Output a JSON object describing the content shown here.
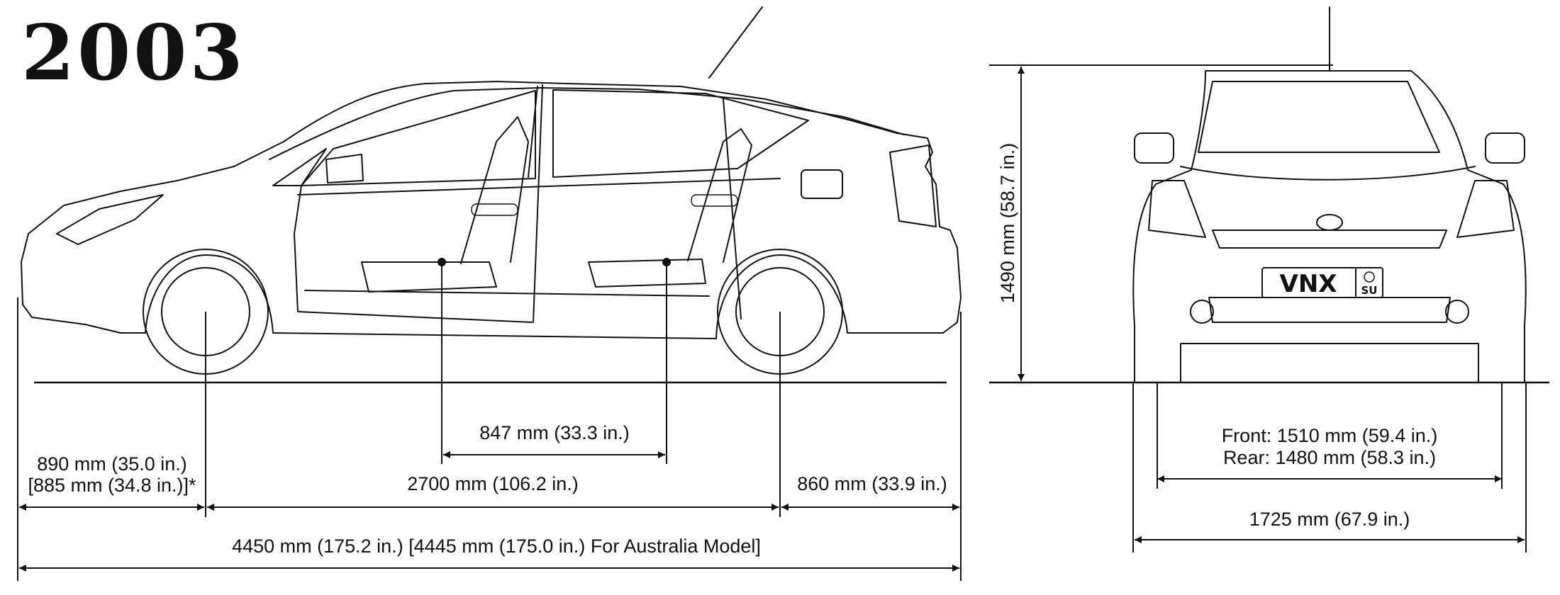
{
  "title": "2003",
  "side_view": {
    "dimensions": {
      "seat_offset": "847 mm (33.3 in.)",
      "front_overhang_line1": "890 mm (35.0 in.)",
      "front_overhang_line2": "[885 mm (34.8 in.)]*",
      "wheelbase": "2700 mm (106.2 in.)",
      "rear_overhang": "860 mm (33.9 in.)",
      "overall_length": "4450 mm (175.2 in.) [4445 mm (175.0 in.) For Australia Model]"
    }
  },
  "front_view": {
    "plate_text": "VNX",
    "plate_region": "SU",
    "dimensions": {
      "height": "1490 mm (58.7 in.)",
      "tread_front": "Front: 1510 mm (59.4 in.)",
      "tread_rear": "Rear: 1480 mm (58.3 in.)",
      "width": "1725 mm (67.9 in.)"
    }
  },
  "colors": {
    "ink": "#111111",
    "background": "#ffffff"
  }
}
